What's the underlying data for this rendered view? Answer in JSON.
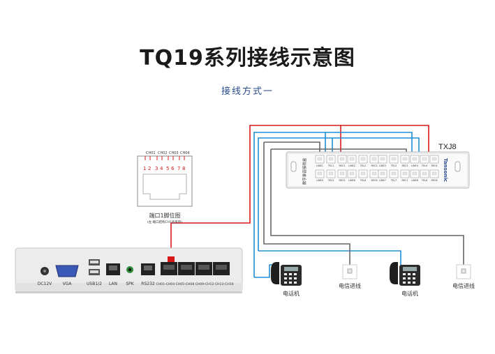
{
  "title": "TQ19系列接线示意图",
  "subtitle": "接线方式一",
  "colors": {
    "red_wire": "#d7191c",
    "blue_wire": "#1e8fd6",
    "gray_wire": "#666666",
    "title": "#1a1a1a",
    "subtitle": "#2a4c8a"
  },
  "port_diagram": {
    "channels": [
      "CH01",
      "CH02",
      "CH03",
      "CH04"
    ],
    "pins": [
      "1",
      "2",
      "3",
      "4",
      "5",
      "6",
      "7",
      "8"
    ],
    "caption": "端口1脚位图",
    "sub_caption": "(左  端口结构CH1后系列)"
  },
  "recorder": {
    "ports": [
      "DC12V",
      "VGA",
      "USB1/2",
      "LAN",
      "SPK",
      "RS232",
      "CH01-CH04 CH05-CH08 CH09-CH12 CH13-CH16"
    ]
  },
  "patch_panel": {
    "model": "TXJ8",
    "brand": "Tansonic",
    "side_text": "数字录音接线盒",
    "top_labels": [
      "LINE1",
      "TEL1",
      "REC1",
      "LINE2",
      "TEL2",
      "REC2",
      "LINE3",
      "TEL3",
      "REC3",
      "LINE4",
      "TEL4",
      "REC4"
    ],
    "bottom_labels": [
      "LINE5",
      "TEL5",
      "REC5",
      "LINE6",
      "TEL6",
      "REC6",
      "LINE7",
      "TEL7",
      "REC7",
      "LINE8",
      "TEL8",
      "REC8"
    ]
  },
  "devices": {
    "phone_label": "电话机",
    "line_label": "电信进线"
  }
}
